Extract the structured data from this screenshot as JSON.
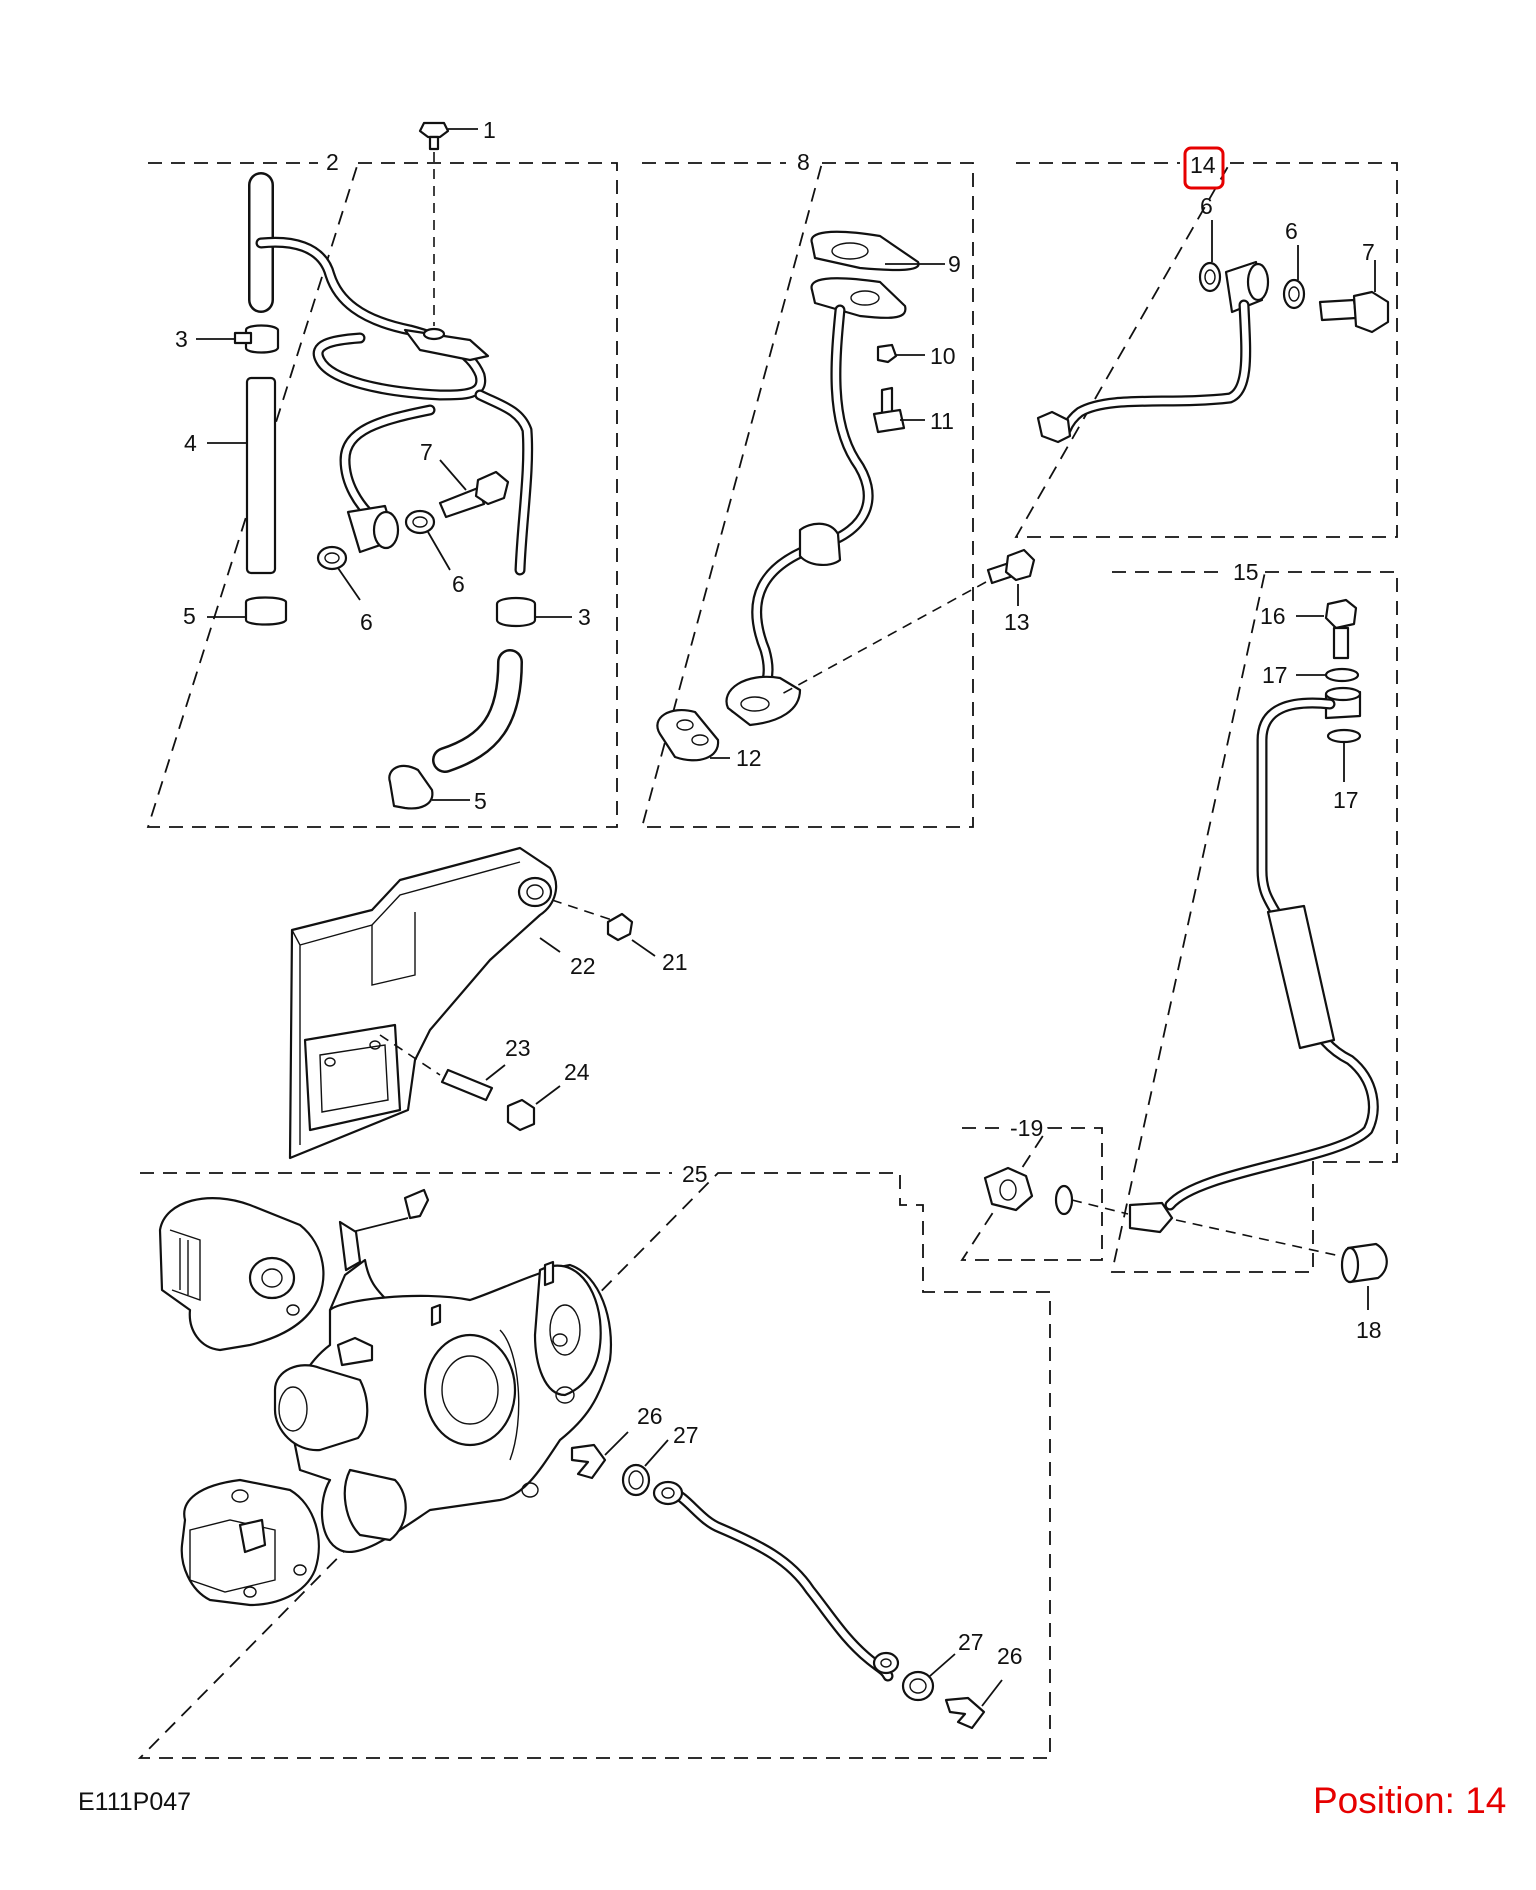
{
  "figure_code": "E111P047",
  "position_label": "Position: 14",
  "highlight_color": "#e60000",
  "callouts": {
    "c1": "1",
    "c2": "2",
    "c3a": "3",
    "c3b": "3",
    "c4": "4",
    "c5a": "5",
    "c5b": "5",
    "c6a": "6",
    "c6b": "6",
    "c6c": "6",
    "c6d": "6",
    "c7a": "7",
    "c7b": "7",
    "c8": "8",
    "c9": "9",
    "c10": "10",
    "c11": "11",
    "c12": "12",
    "c13": "13",
    "c14": "14",
    "c15": "15",
    "c16": "16",
    "c17a": "17",
    "c17b": "17",
    "c18": "18",
    "c19": "-19",
    "c21": "21",
    "c22": "22",
    "c23": "23",
    "c24": "24",
    "c25": "25",
    "c26a": "26",
    "c26b": "26",
    "c27a": "27",
    "c27b": "27"
  }
}
